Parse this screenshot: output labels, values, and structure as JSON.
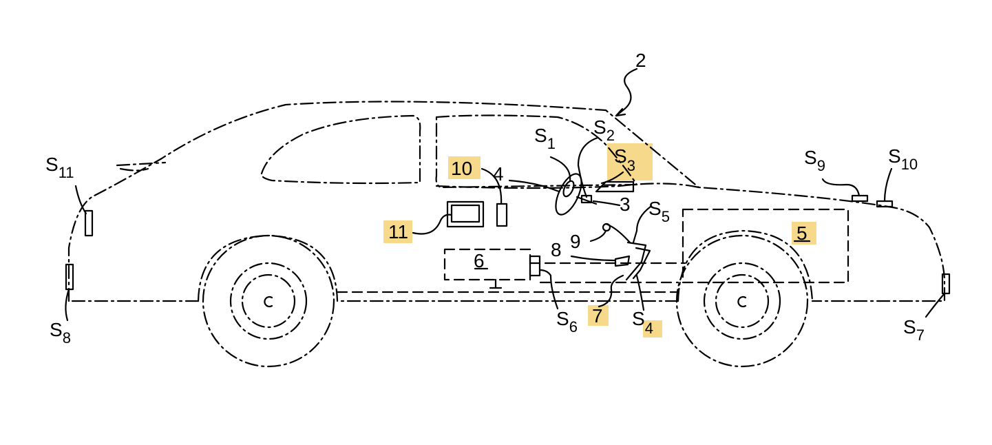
{
  "diagram": {
    "highlight_color": "#f7d98c",
    "labels": {
      "n2": "2",
      "n3": "3",
      "n4": "4",
      "n5": "5",
      "n6": "6",
      "n7": "7",
      "n8": "8",
      "n9": "9",
      "n10": "10",
      "n11": "11",
      "s": "S",
      "s1_sub": "1",
      "s2_sub": "2",
      "s3_sub": "3",
      "s4_sub": "4",
      "s5_sub": "5",
      "s6_sub": "6",
      "s7_sub": "7",
      "s8_sub": "8",
      "s9_sub": "9",
      "s10_sub": "10",
      "s11_sub": "11"
    },
    "highlighted_labels": [
      "10",
      "11",
      "S3",
      "5",
      "7",
      "S4"
    ]
  }
}
